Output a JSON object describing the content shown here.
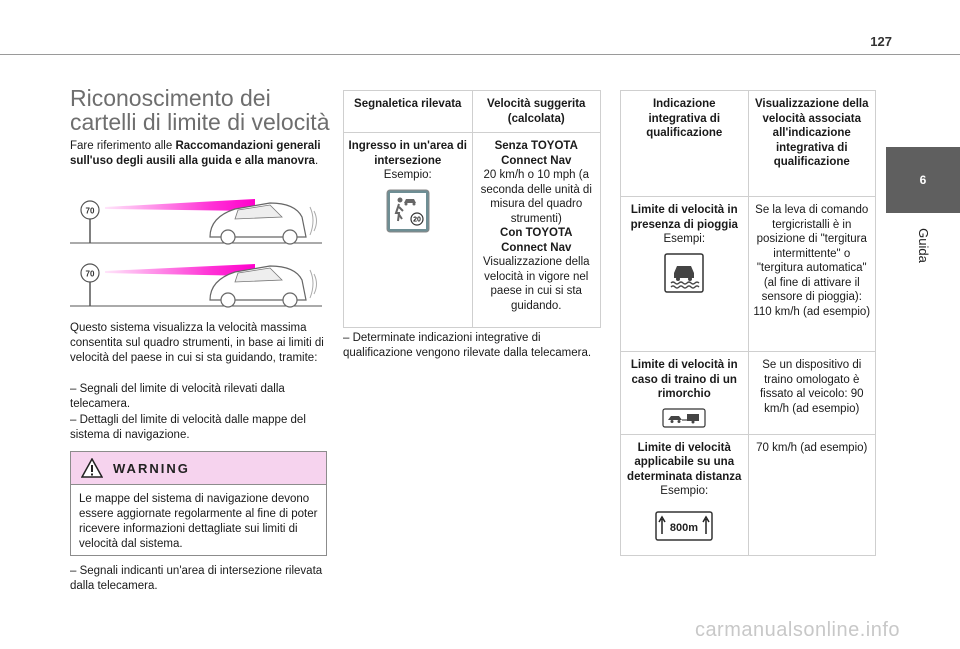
{
  "page": {
    "number": "127"
  },
  "side_tab": {
    "number": "6",
    "label": "Guida"
  },
  "section": {
    "title": "Riconoscimento dei cartelli di limite di velocità",
    "intro_prefix": "Fare riferimento alle ",
    "intro_bold": "Raccomandazioni generali sull'uso degli ausili alla guida e alla manovra",
    "intro_suffix": ".",
    "desc": "Questo sistema visualizza la velocità massima consentita sul quadro strumenti, in base ai limiti di velocità del paese in cui si sta guidando, tramite:",
    "item1": "–  Segnali del limite di velocità rilevati dalla telecamera.",
    "item2": "–  Dettagli del limite di velocità dalle mappe del sistema di navigazione.",
    "after_warning": "–  Segnali indicanti un'area di intersezione rilevata dalla telecamera."
  },
  "illustrations": {
    "sign1": "70",
    "sign2": "70"
  },
  "warning": {
    "title": "WARNING",
    "text": "Le mappe del sistema di navigazione devono essere aggiornate regolarmente al fine di poter ricevere informazioni dettagliate sui limiti di velocità dal sistema."
  },
  "table1": {
    "head_left": "Segnaletica rilevata",
    "head_right": "Velocità suggerita (calcolata)",
    "row_left_bold": "Ingresso in un'area di intersezione",
    "row_left_sub": "Esempio:",
    "icon_number": "20",
    "r1": "Senza TOYOTA Connect Nav",
    "r2": "20 km/h o 10 mph (a seconda delle unità di misura del quadro strumenti)",
    "r3": "Con TOYOTA Connect Nav",
    "r4": "Visualizzazione della velocità in vigore nel paese in cui si sta guidando.",
    "note": "–  Determinate indicazioni integrative di qualificazione vengono rilevate dalla telecamera."
  },
  "table2": {
    "head_left": "Indicazione integrativa di qualificazione",
    "head_right": "Visualizzazione della velocità associata all'indicazione integrativa di qualificazione",
    "rows": [
      {
        "left": "Limite di velocità in presenza di pioggia",
        "sub": "Esempi:",
        "right": "Se la leva di comando tergicristalli è in posizione di \"tergitura intermittente\" o \"tergitura automatica\" (al fine di attivare il sensore di pioggia): 110 km/h (ad esempio)"
      },
      {
        "left": "Limite di velocità in caso di traino di un rimorchio",
        "sub": "",
        "right": "Se un dispositivo di traino omologato è fissato al veicolo: 90 km/h (ad esempio)"
      },
      {
        "left": "Limite di velocità applicabile su una determinata distanza",
        "sub": "Esempio:",
        "right": "70 km/h (ad esempio)"
      }
    ],
    "distance_label": "800m"
  },
  "footer": "carmanualsonline.info"
}
